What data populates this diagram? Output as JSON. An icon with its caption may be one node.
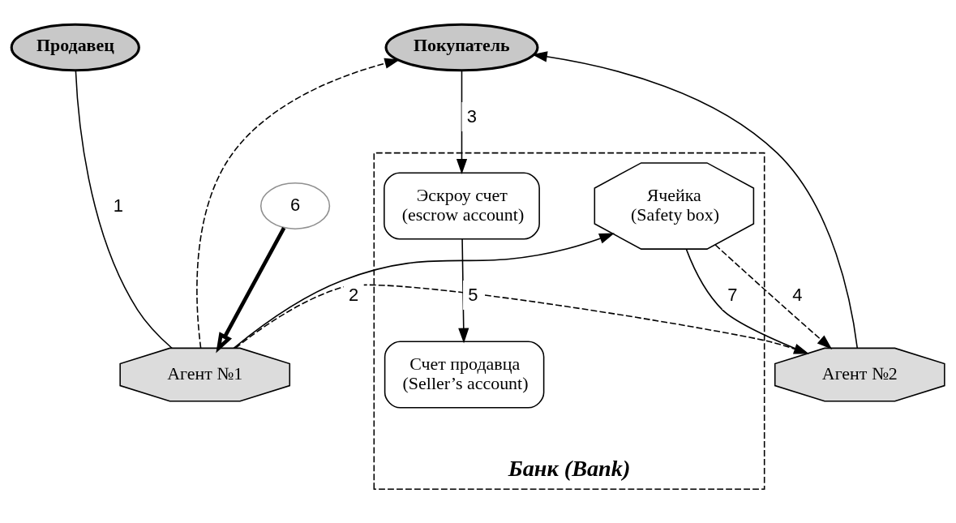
{
  "diagram": {
    "nodes": [
      {
        "text": [
          "Продавец"
        ]
      },
      {
        "text": [
          "Покупатель"
        ]
      },
      {
        "text": [
          "Агент №1"
        ]
      },
      {
        "text": [
          "Агент №2"
        ]
      },
      {
        "text": [
          "Банк (Bank)"
        ]
      },
      {
        "text": [
          "Счет продавца (Seller’s account)"
        ],
        "in": 4
      },
      {
        "text": [
          "Ячейка (Safety box)"
        ],
        "in": 4
      },
      {
        "text": [
          "Эскроу счет (escrow account)"
        ],
        "in": 4
      },
      {
        "text": [
          "6"
        ]
      }
    ],
    "edges": [
      {
        "from": 0,
        "to": 2,
        "arrow": "none",
        "label": "1"
      },
      {
        "from": 2,
        "to": 1,
        "arrow": "to",
        "style": "dashed"
      },
      {
        "from": 2,
        "to": 3,
        "arrow": "to",
        "style": "dashed",
        "label": "2"
      },
      {
        "from": 3,
        "to": 1,
        "arrow": "to"
      },
      {
        "from": 1,
        "to": 7,
        "arrow": "to",
        "label": "3"
      },
      {
        "from": 6,
        "to": 3,
        "arrow": "to",
        "style": "dashed",
        "label": "4"
      },
      {
        "from": 7,
        "to": 5,
        "arrow": "to",
        "label": "5"
      },
      {
        "from": 2,
        "to": 6,
        "arrow": "to"
      },
      {
        "from": 6,
        "to": 3,
        "arrow": "none",
        "label": "7"
      },
      {
        "from": 8,
        "to": 2,
        "arrow": "to",
        "style": "thick"
      }
    ]
  }
}
